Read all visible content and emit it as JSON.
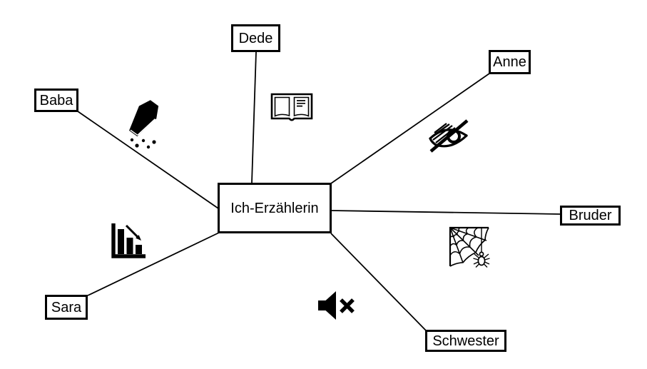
{
  "colors": {
    "ink": "#000000",
    "background": "#ffffff"
  },
  "diagram": {
    "type": "mindmap",
    "center": {
      "label": "Ich-Erzählerin"
    },
    "nodes": [
      {
        "label": "Baba"
      },
      {
        "label": "Dede"
      },
      {
        "label": "Anne"
      },
      {
        "label": "Bruder"
      },
      {
        "label": "Schwester"
      },
      {
        "label": "Sara"
      }
    ],
    "edges": [
      {
        "from": "Ich-Erzählerin",
        "to": "Baba"
      },
      {
        "from": "Ich-Erzählerin",
        "to": "Dede"
      },
      {
        "from": "Ich-Erzählerin",
        "to": "Anne"
      },
      {
        "from": "Ich-Erzählerin",
        "to": "Bruder"
      },
      {
        "from": "Ich-Erzählerin",
        "to": "Schwester"
      },
      {
        "from": "Ich-Erzählerin",
        "to": "Sara"
      }
    ],
    "icons": [
      {
        "name": "coffin-icon"
      },
      {
        "name": "open-book-icon"
      },
      {
        "name": "eye-hidden-icon"
      },
      {
        "name": "spider-web-icon"
      },
      {
        "name": "speaker-muted-icon"
      },
      {
        "name": "chart-declining-icon"
      }
    ]
  }
}
